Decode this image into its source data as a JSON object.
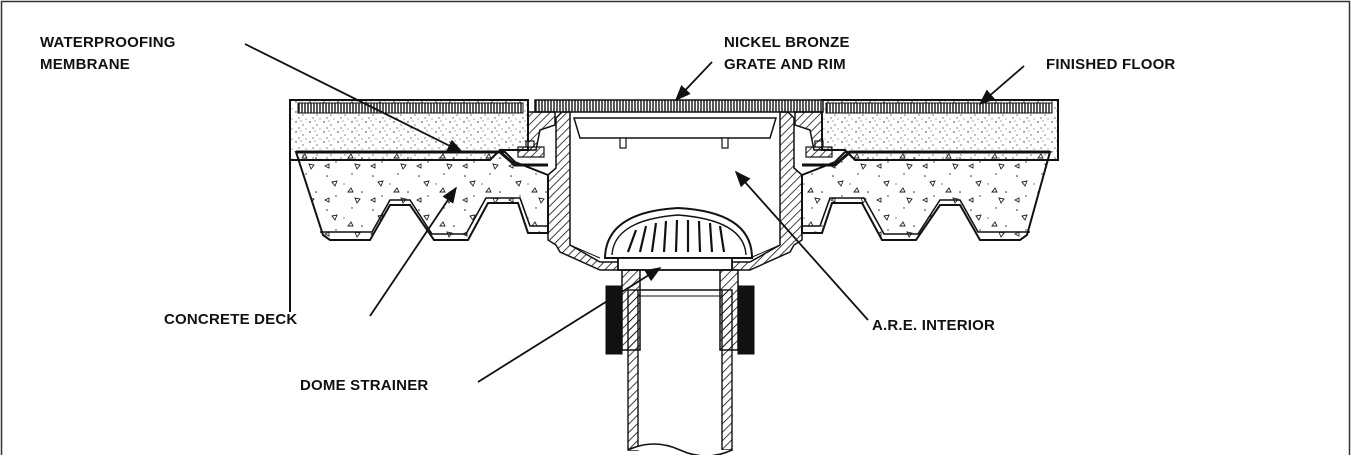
{
  "labels": {
    "waterproofing_line1": "WATERPROOFING",
    "waterproofing_line2": "MEMBRANE",
    "grate_line1": "NICKEL BRONZE",
    "grate_line2": "GRATE AND RIM",
    "finished_floor": "FINISHED FLOOR",
    "concrete_deck": "CONCRETE DECK",
    "are_interior": "A.R.E. INTERIOR",
    "dome_strainer": "DOME STRAINER"
  },
  "colors": {
    "ink": "#111111",
    "frame": "#333333",
    "paper": "#ffffff"
  }
}
